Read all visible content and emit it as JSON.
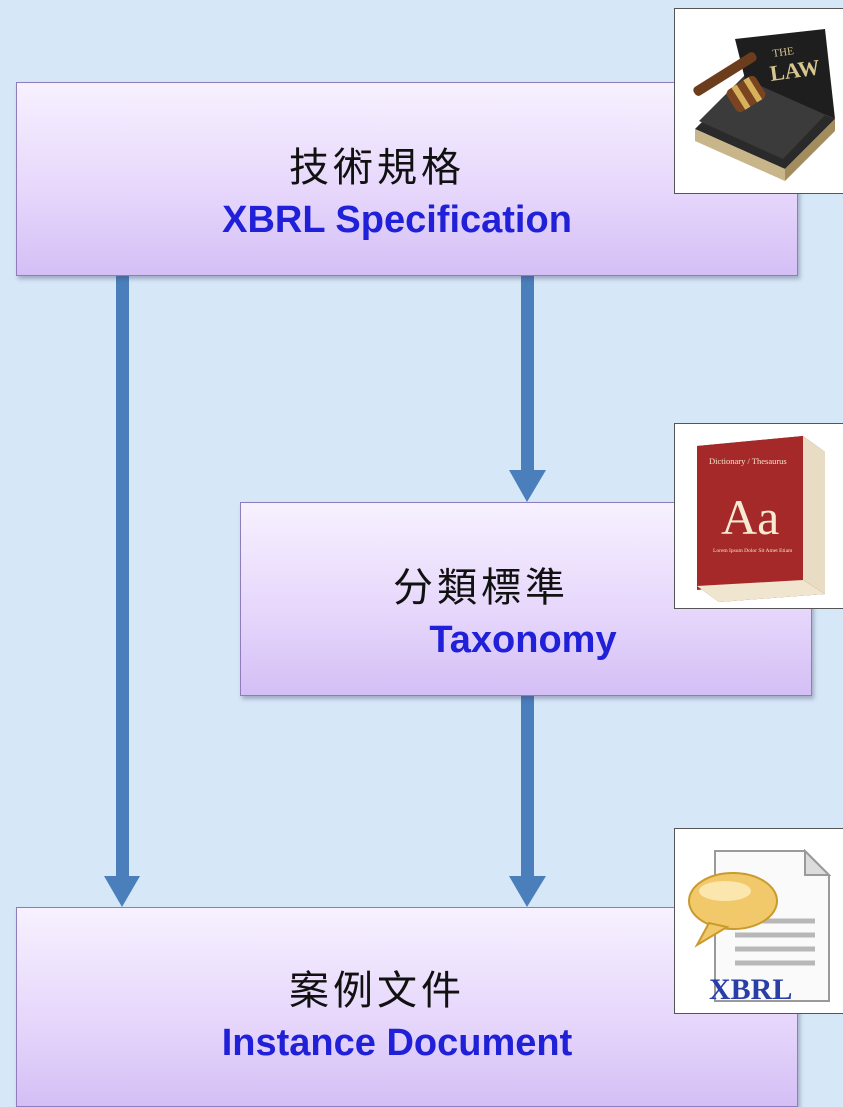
{
  "boxes": {
    "specification": {
      "zh": "技術規格",
      "en": "XBRL Specification"
    },
    "taxonomy": {
      "zh": "分類標準",
      "en": "Taxonomy"
    },
    "instance": {
      "zh": "案例文件",
      "en": "Instance Document"
    }
  },
  "images": {
    "law_book": {
      "label": "LAW"
    },
    "dictionary": {
      "label": "Dictionary / Thesaurus",
      "big": "Aa",
      "small": "Lorem Ipsum Dolor Sit Amet Etiam"
    },
    "xbrl_doc": {
      "label": "XBRL"
    }
  },
  "colors": {
    "background": "#d6e7f8",
    "arrow": "#4a7fbb",
    "english_text": "#1f20d8"
  }
}
